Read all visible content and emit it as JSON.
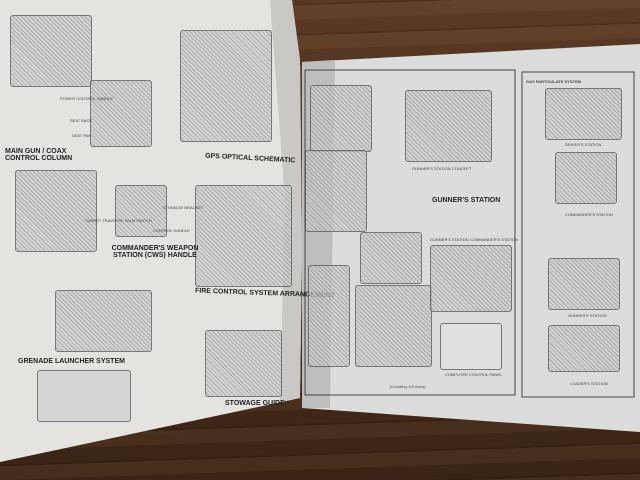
{
  "left_page": {
    "titles": {
      "main_gun": "MAIN GUN / COAX CONTROL COLUMN",
      "gps": "GPS OPTICAL SCHEMATIC",
      "cws": "COMMANDER'S WEAPON STATION (CWS) HANDLE",
      "fire_control": "FIRE CONTROL SYSTEM ARRANGEMENT",
      "grenade": "GRENADE LAUNCHER SYSTEM",
      "stowage": "STOWAGE GUIDE"
    },
    "callouts": {
      "seat_pan": "SEAT PAN",
      "seat_back": "SEAT BACK",
      "power_handle": "POWER CONTROL HANDLE",
      "stowage_bracket": "STOWAGE BRACKET",
      "control_handle": "CONTROL HANDLE",
      "palm_switch": "TURRET TRAVERSE PALM SWITCH"
    },
    "credit": "(Courtesy US Army)"
  },
  "right_page": {
    "titles": {
      "gunners_station": "GUNNER'S STATION",
      "concept": "GUNNER'S STATION CONCEPT",
      "computer_panel": "COMPUTER CONTROL PANEL",
      "gunners_label": "GUNNER'S STATION",
      "commanders_label": "COMMANDER'S STATION"
    },
    "sidebar": {
      "title": "GAS PARTICULATE SYSTEM",
      "captions": [
        "DRIVER'S STATION",
        "COMMANDER'S STATION",
        "GUNNER'S STATION",
        "LOADER'S STATION"
      ]
    },
    "credit": "(Courtesy US Army)"
  }
}
